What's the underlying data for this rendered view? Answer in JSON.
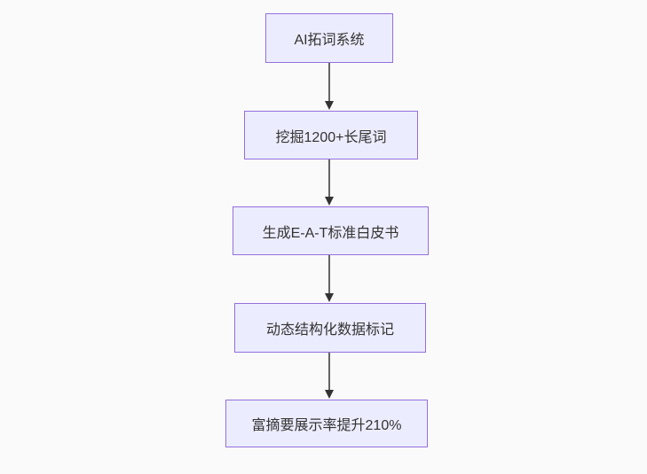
{
  "diagram": {
    "type": "flowchart",
    "direction": "top-down",
    "nodes": [
      {
        "label": "AI拓词系统"
      },
      {
        "label": "挖掘1200+长尾词"
      },
      {
        "label": "生成E-A-T标准白皮书"
      },
      {
        "label": "动态结构化数据标记"
      },
      {
        "label": "富摘要展示率提升210%"
      }
    ],
    "edges": [
      {
        "from": 0,
        "to": 1
      },
      {
        "from": 1,
        "to": 2
      },
      {
        "from": 2,
        "to": 3
      },
      {
        "from": 3,
        "to": 4
      }
    ],
    "colors": {
      "node_fill": "#ECECFF",
      "node_border": "#9370DB",
      "arrow": "#333333",
      "text": "#333333",
      "background": "#fafafa"
    }
  }
}
